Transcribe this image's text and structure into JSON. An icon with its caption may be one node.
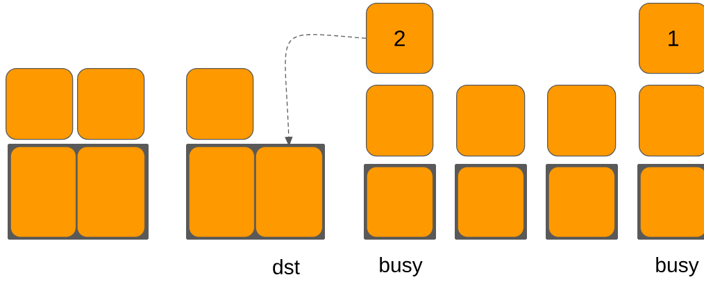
{
  "diagram": {
    "nodes": [
      {
        "text": [],
        "shape": "box"
      },
      {
        "text": [],
        "shape": "box"
      },
      {
        "text": [],
        "shape": "box"
      },
      {
        "text": [],
        "shape": "box",
        "in": 2
      },
      {
        "text": [],
        "shape": "box",
        "in": 2
      },
      {
        "text": [],
        "shape": "box"
      },
      {
        "text": [],
        "shape": "box"
      },
      {
        "text": [],
        "shape": "box",
        "in": 6
      },
      {
        "text": [],
        "shape": "box",
        "in": 6
      },
      {
        "text": [
          "2"
        ]
      },
      {
        "text": [],
        "shape": "box"
      },
      {
        "text": [],
        "shape": "box"
      },
      {
        "text": [],
        "shape": "box",
        "in": 11
      },
      {
        "text": [],
        "shape": "box"
      },
      {
        "text": [],
        "shape": "box"
      },
      {
        "text": [],
        "shape": "box",
        "in": 14
      },
      {
        "text": [],
        "shape": "box"
      },
      {
        "text": [],
        "shape": "box"
      },
      {
        "text": [],
        "shape": "box",
        "in": 17
      },
      {
        "text": [
          "1"
        ]
      },
      {
        "text": [],
        "shape": "box"
      },
      {
        "text": [],
        "shape": "box"
      },
      {
        "text": [],
        "shape": "box",
        "in": 21
      }
    ],
    "edges": [
      {
        "from": 9,
        "to": 8,
        "arrow": "to",
        "style": "dashed"
      }
    ],
    "labels": [
      "dst",
      "busy",
      "busy"
    ]
  }
}
